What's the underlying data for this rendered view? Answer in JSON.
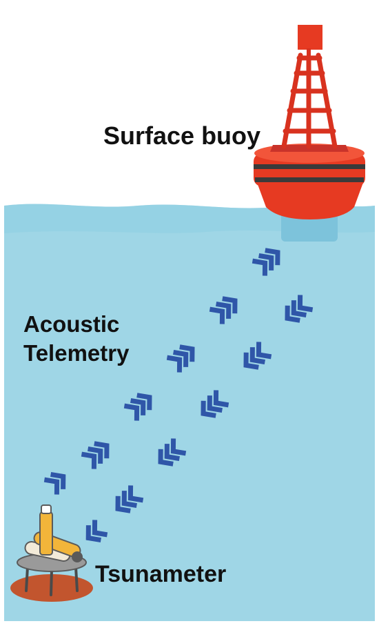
{
  "labels": {
    "surface_buoy": "Surface buoy",
    "acoustic_telemetry_line1": "Acoustic",
    "acoustic_telemetry_line2": "Telemetry",
    "tsunameter": "Tsunameter"
  },
  "colors": {
    "sky": "#ffffff",
    "ocean": "#9fd6e6",
    "ocean_surface": "#8ecfe3",
    "buoy_red": "#e63a22",
    "buoy_stripe": "#3a3a3a",
    "chevron_blue": "#2f56a8",
    "seafloor_pad": "#c2552e",
    "tsunameter_yellow": "#f2b53a",
    "tsunameter_gray": "#5a5a5a"
  },
  "icons": {
    "buoy": "surface-buoy-icon",
    "sensor": "tsunameter-icon",
    "signal": "chevron-signal-icon"
  }
}
